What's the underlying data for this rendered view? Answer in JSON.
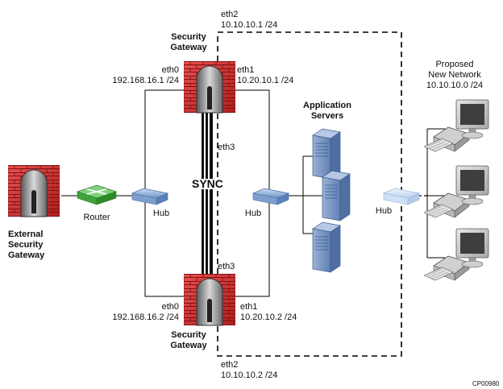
{
  "diagram": {
    "top_gateway": {
      "title_line1": "Security",
      "title_line2": "Gateway",
      "eth0_name": "eth0",
      "eth0_ip": "192.168.16.1 /24",
      "eth1_name": "eth1",
      "eth1_ip": "10.20.10.1 /24",
      "eth2_name": "eth2",
      "eth2_ip": "10.10.10.1 /24",
      "eth3_name": "eth3"
    },
    "bottom_gateway": {
      "title_line1": "Security",
      "title_line2": "Gateway",
      "eth0_name": "eth0",
      "eth0_ip": "192.168.16.2 /24",
      "eth1_name": "eth1",
      "eth1_ip": "10.20.10.2 /24",
      "eth2_name": "eth2",
      "eth2_ip": "10.10.10.2 /24",
      "eth3_name": "eth3"
    },
    "external_gateway": {
      "line1": "External",
      "line2": "Security",
      "line3": "Gateway"
    },
    "router_label": "Router",
    "hub_left_label": "Hub",
    "hub_mid_label": "Hub",
    "hub_right_label": "Hub",
    "sync_label": "SYNC",
    "app_servers": {
      "line1": "Application",
      "line2": "Servers"
    },
    "new_network": {
      "line1": "Proposed",
      "line2": "New Network",
      "line3": "10.10.10.0 /24"
    },
    "figure_ref": "CP00980"
  }
}
